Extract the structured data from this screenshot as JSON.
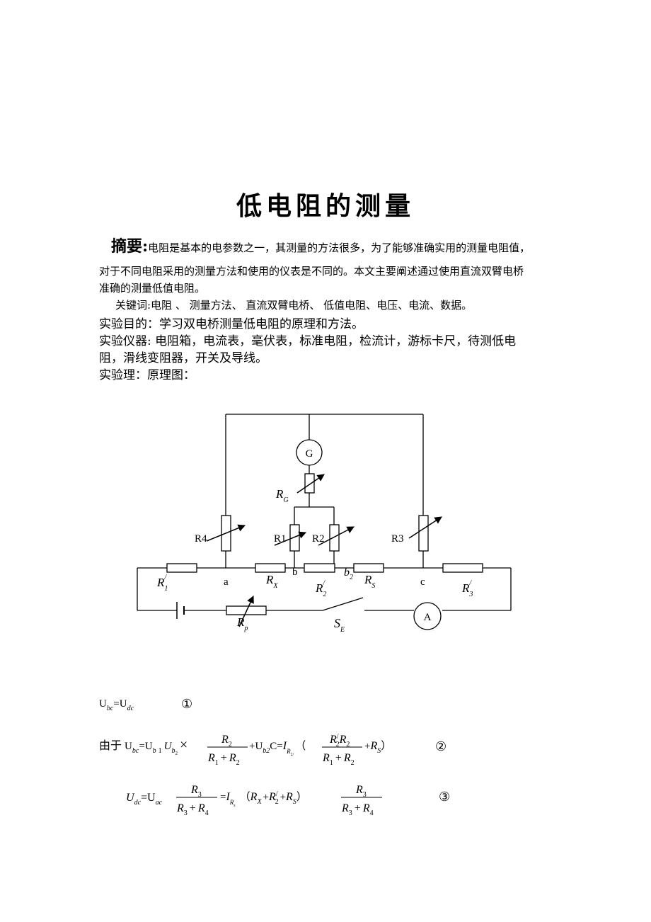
{
  "title": "低电阻的测量",
  "abstract": {
    "head": "摘要:",
    "line1": "电阻是基本的电参数之一，其测量的方法很多，为了能够准确实用的测量电阻值，",
    "line2": "对于不同电阻采用的测量方法和使用的仪表是不同的。本文主要阐述通过使用直流双臂电桥",
    "line3": "准确的测量低值电阻。",
    "keywords": "关键词:电阻 、 测量方法、  直流双臂电桥、  低值电阻、电压、电流、数据。"
  },
  "sections": {
    "purpose": "实验目的：学习双电桥测量低电阻的原理和方法。",
    "equipment1": "实验仪器: 电阻箱，电流表，毫伏表，标准电阻，检流计，游标卡尺，待测低电",
    "equipment2": "阻，滑线变阻器，开关及导线。",
    "principle": "实验理：原理图："
  },
  "circuit_labels": {
    "galvanometer": "G",
    "ammeter": "A",
    "rg": "R",
    "rg_sub": "G",
    "r4": "R4",
    "r1": "R1",
    "r2": "R2",
    "r3": "R3",
    "r1p": "R",
    "r1p_sub": "1",
    "r1p_sup": "/",
    "node_a": "a",
    "rx": "R",
    "rx_sub": "X",
    "node_b": "b",
    "r2p": "R",
    "r2p_sub": "2",
    "r2p_sup": "/",
    "b2": "b",
    "b2_sub": "2",
    "rs": "R",
    "rs_sub": "S",
    "node_c": "c",
    "r3p": "R",
    "r3p_sub": "3",
    "r3p_sup": "/",
    "rp": "R",
    "rp_sub": "p",
    "se": "S",
    "se_sub": "E"
  },
  "equations": {
    "eq1_lhs": "U",
    "eq1_lhs_sub": "bc",
    "eq1_eq": "=U",
    "eq1_rhs_sub": "dc",
    "eq1_num": "①",
    "eq2_prefix": "由于",
    "eq2_u": "U",
    "eq2_u_sub": "bc",
    "eq2_eq": "=U",
    "eq2_b": "b",
    "eq2_1": "1",
    "eq2_ub2": "U",
    "eq2_ub2_sub": "b",
    "eq2_ub2_subsub": "2",
    "eq2_times": "×",
    "eq2_frac1_num": "R",
    "eq2_frac1_num_sub": "2",
    "eq2_frac1_den": "R",
    "eq2_frac1_den_sub1": "1",
    "eq2_plus": "+",
    "eq2_frac1_den_b": "R",
    "eq2_frac1_den_sub2": "2",
    "eq2_plus_u": "+U",
    "eq2_b2c": "b2",
    "eq2_c": "C=",
    "eq2_I": "I",
    "eq2_I_sub": "R",
    "eq2_I_subsub": "2/",
    "eq2_paren_open": "（",
    "eq2_frac2_num_a": "R",
    "eq2_frac2_num_a_sup": "/",
    "eq2_frac2_num_a_sub": "2",
    "eq2_frac2_num_b": "R",
    "eq2_frac2_num_b_sub": "2",
    "eq2_frac2_den_a": "R",
    "eq2_frac2_den_a_sub": "1",
    "eq2_frac2_den_plus": "+",
    "eq2_frac2_den_b": "R",
    "eq2_frac2_den_b_sub": "2",
    "eq2_plus_rs": "+",
    "eq2_rs": "R",
    "eq2_rs_sub": "S",
    "eq2_paren_close": "）",
    "eq2_num": "②",
    "eq3_u": "U",
    "eq3_u_sub": "dc",
    "eq3_eq": "=U",
    "eq3_ac": "ac",
    "eq3_frac_num": "R",
    "eq3_frac_num_sub": "3",
    "eq3_frac_den_a": "R",
    "eq3_frac_den_a_sub": "3",
    "eq3_frac_den_plus": "+",
    "eq3_frac_den_b": "R",
    "eq3_frac_den_b_sub": "4",
    "eq3_eq2": "=",
    "eq3_I": "I",
    "eq3_I_sub": "R",
    "eq3_I_subsub": "s",
    "eq3_paren_open": "（",
    "eq3_rx": "R",
    "eq3_rx_sub": "X",
    "eq3_plus1": "+",
    "eq3_r2p": "R",
    "eq3_r2p_sup": "/",
    "eq3_r2p_sub": "2",
    "eq3_plus2": "+",
    "eq3_rs": "R",
    "eq3_rs_sub": "S",
    "eq3_paren_close": "）",
    "eq3_frac2_num": "R",
    "eq3_frac2_num_sub": "3",
    "eq3_frac2_den_a": "R",
    "eq3_frac2_den_a_sub": "3",
    "eq3_frac2_den_plus": "+",
    "eq3_frac2_den_b": "R",
    "eq3_frac2_den_b_sub": "4",
    "eq3_num": "③"
  }
}
